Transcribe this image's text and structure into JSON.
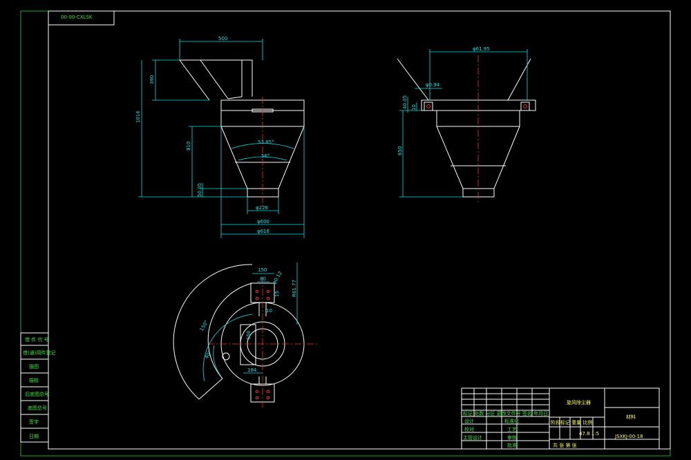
{
  "title_code": "00-00-CXLSK",
  "front": {
    "dim_top_width": "500",
    "dim_height_inlet": "390",
    "dim_total_height": "1016",
    "dim_cone_height": "810",
    "dim_outlet_height": "50.05",
    "angle_outer": "53.85°",
    "angle_inner": "56°",
    "dia_outlet": "φ226",
    "dia_body": "φ600",
    "dia_flange": "φ616"
  },
  "side": {
    "dim_top": "φ61.95",
    "dim_small": "φ0.94",
    "dim_side_1": "40.05",
    "dim_side_2": "10",
    "dim_cone": "650"
  },
  "bottom": {
    "dim_150": "150",
    "dim_80": "80",
    "dim_012": "φ0.12",
    "dim_r": "R61.77",
    "dim_15": "15",
    "dim_10": "10",
    "dim_156": "156",
    "dim_184": "184",
    "angle_150": "150°",
    "angle_40": "40°"
  },
  "left_strip": {
    "items": [
      "借 件 代 号",
      "借(通)用件登记",
      "描图",
      "描校",
      "旧底图总号",
      "底图总号",
      "签字",
      "日期"
    ]
  },
  "title_block": {
    "drawing_name": "旋风除尘器",
    "material": "材料",
    "drawing_number": "JSXKJ-00-18",
    "rev_header": "标记 处数 分区 更改文件号 签名 年月日",
    "designer": "设计",
    "checker": "校对",
    "supervisor": "主管设计",
    "standard": "标准化",
    "process": "工艺",
    "review": "审核",
    "approve": "批准",
    "stage_header": "阶段标记 重量 比例",
    "scale": "47.8 1:5",
    "sheet": "共 张 第 张"
  }
}
